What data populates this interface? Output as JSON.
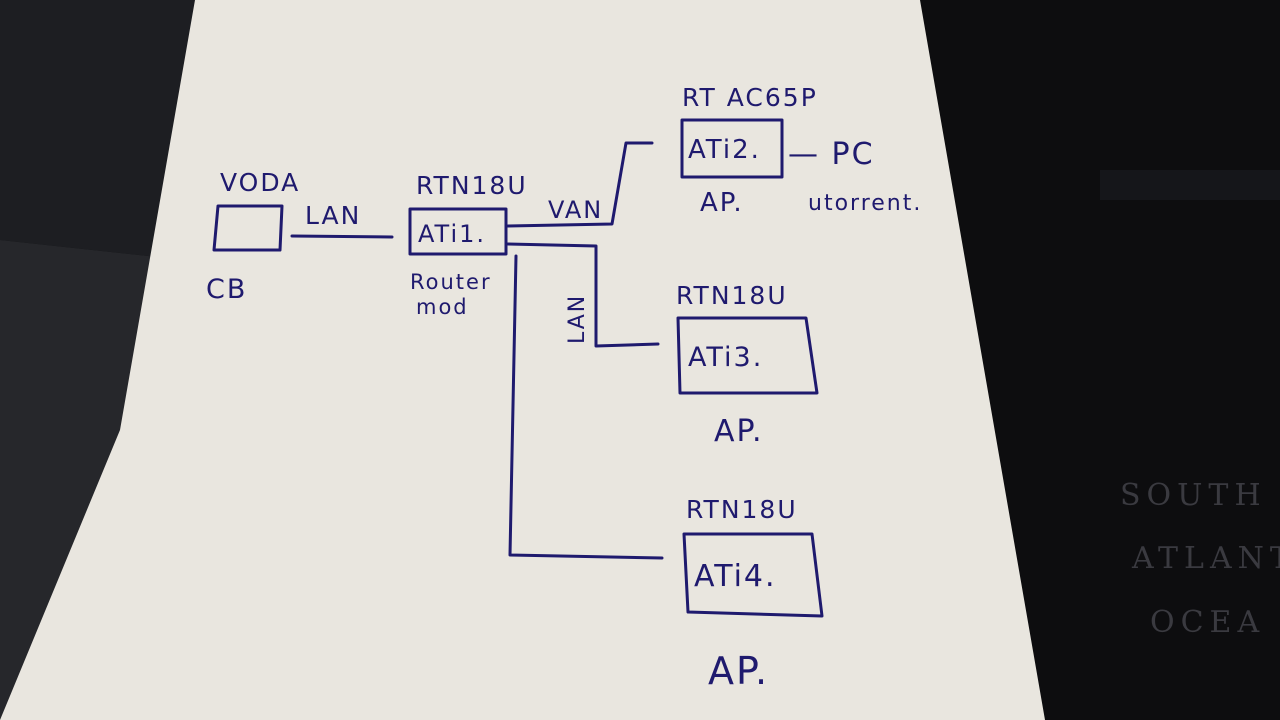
{
  "colors": {
    "ink": "#1f1a6e",
    "paper": "#e9e6df",
    "background": "#0d0d0f"
  },
  "diagram": {
    "devices": {
      "voda": {
        "model": "VODA",
        "sub": "CB"
      },
      "ati1": {
        "model": "RTN18U",
        "box": "ATi1.",
        "role_line1": "Router",
        "role_line2": "mod"
      },
      "ati2": {
        "model": "RT AC65P",
        "box": "ATi2.",
        "role": "AP.",
        "pc": "— PC",
        "pc_note": "utorrent."
      },
      "ati3": {
        "model": "RTN18U",
        "box": "ATi3.",
        "role": "AP."
      },
      "ati4": {
        "model": "RTN18U",
        "box": "ATi4.",
        "role": "AP."
      }
    },
    "links": {
      "voda_ati1": "LAN",
      "ati1_ati2": "VAN",
      "ati1_ati3": "LAN"
    }
  },
  "background_text": {
    "line1": "SOUTH",
    "line2": "ATLANT",
    "line3": "OCEA"
  }
}
